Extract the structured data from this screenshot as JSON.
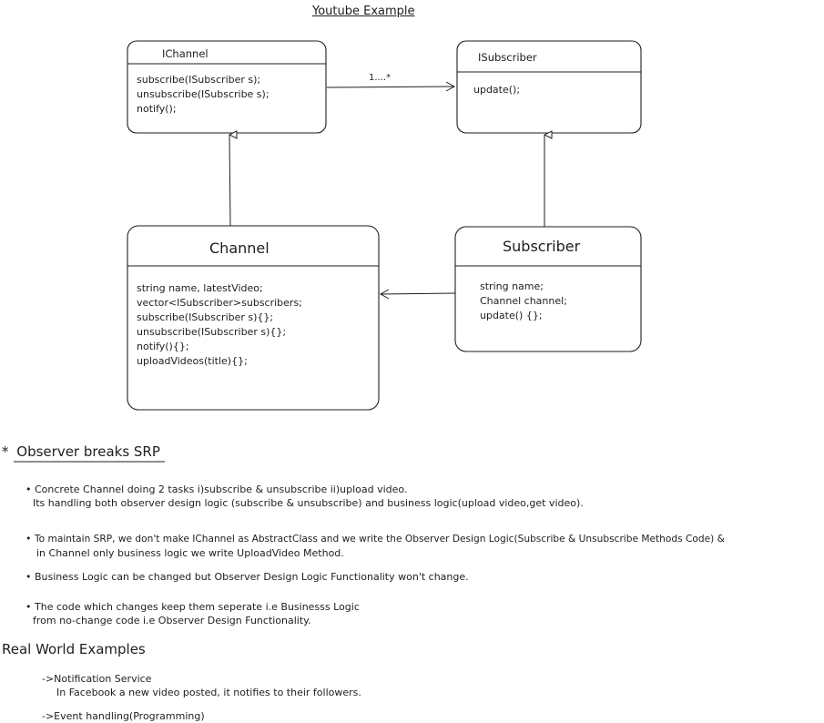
{
  "title": "Youtube Example",
  "ichannel": {
    "name": "IChannel",
    "methods": [
      "subscribe(ISubscriber s);",
      "unsubscribe(ISubscribe s);",
      "notify();"
    ]
  },
  "isubscriber": {
    "name": "ISubscriber",
    "methods": [
      "update();"
    ]
  },
  "association_multiplicity": "1....*",
  "channel": {
    "name": "Channel",
    "members": [
      "string name, latestVideo;",
      "vector<ISubscriber>subscribers;",
      "subscribe(ISubscriber s){};",
      "unsubscribe(ISubscriber s){};",
      "notify(){};",
      "uploadVideos(title){};"
    ]
  },
  "subscriber": {
    "name": "Subscriber",
    "members": [
      "string name;",
      "Channel channel;",
      "update() {};"
    ]
  },
  "notes": {
    "heading_prefix": "*",
    "heading": "Observer breaks SRP",
    "bullets": [
      {
        "mark": "•",
        "lines": [
          "Concrete Channel doing 2 tasks i)subscribe & unsubscribe ii)upload video.",
          "Its handling both observer design logic (subscribe & unsubscribe) and business logic(upload video,get video)."
        ]
      },
      {
        "mark": "•",
        "lines": [
          "To maintain SRP, we don't make IChannel as AbstractClass and we write the Observer Design Logic(Subscribe & Unsubscribe Methods Code) &",
          "in Channel only business logic we write UploadVideo Method."
        ]
      },
      {
        "mark": "•",
        "lines": [
          "Business Logic can be changed but Observer Design Logic Functionality won't change."
        ]
      },
      {
        "mark": "•",
        "lines": [
          "The code which changes keep them seperate i.e Businesss Logic",
          "from no-change code i.e Observer Design Functionality."
        ]
      }
    ]
  },
  "examples": {
    "heading": "Real World Examples",
    "items": [
      {
        "label": "->Notification Service",
        "detail": "In Facebook a new video posted, it notifies to their followers."
      },
      {
        "label": "->Event handling(Programming)"
      }
    ]
  }
}
